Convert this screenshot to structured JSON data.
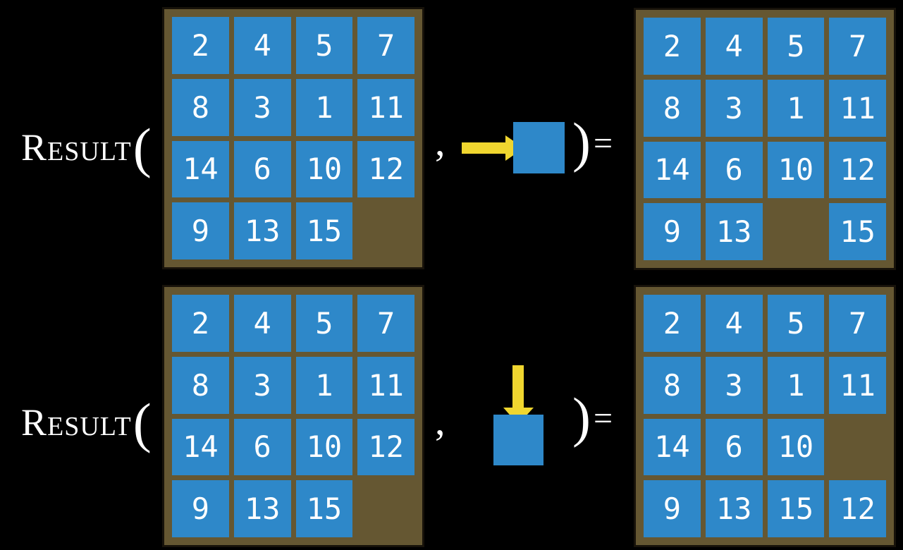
{
  "colors": {
    "tile_blue": "#2E88C9",
    "board_brown": "#655732",
    "arrow_yellow": "#F0D62F",
    "text_white": "#FFFFFF",
    "background_black": "#000000"
  },
  "symbols": {
    "open_paren": "(",
    "close_paren": ")",
    "comma": ",",
    "equals": "="
  },
  "icons": {
    "right_move": "arrow-right-icon",
    "down_move": "arrow-down-icon"
  },
  "rows": [
    {
      "label": "Result",
      "move": "right",
      "input_grid": [
        [
          2,
          4,
          5,
          7
        ],
        [
          8,
          3,
          1,
          11
        ],
        [
          14,
          6,
          10,
          12
        ],
        [
          9,
          13,
          15,
          null
        ]
      ],
      "output_grid": [
        [
          2,
          4,
          5,
          7
        ],
        [
          8,
          3,
          1,
          11
        ],
        [
          14,
          6,
          10,
          12
        ],
        [
          9,
          13,
          null,
          15
        ]
      ]
    },
    {
      "label": "Result",
      "move": "down",
      "input_grid": [
        [
          2,
          4,
          5,
          7
        ],
        [
          8,
          3,
          1,
          11
        ],
        [
          14,
          6,
          10,
          12
        ],
        [
          9,
          13,
          15,
          null
        ]
      ],
      "output_grid": [
        [
          2,
          4,
          5,
          7
        ],
        [
          8,
          3,
          1,
          11
        ],
        [
          14,
          6,
          10,
          null
        ],
        [
          9,
          13,
          15,
          12
        ]
      ]
    }
  ]
}
